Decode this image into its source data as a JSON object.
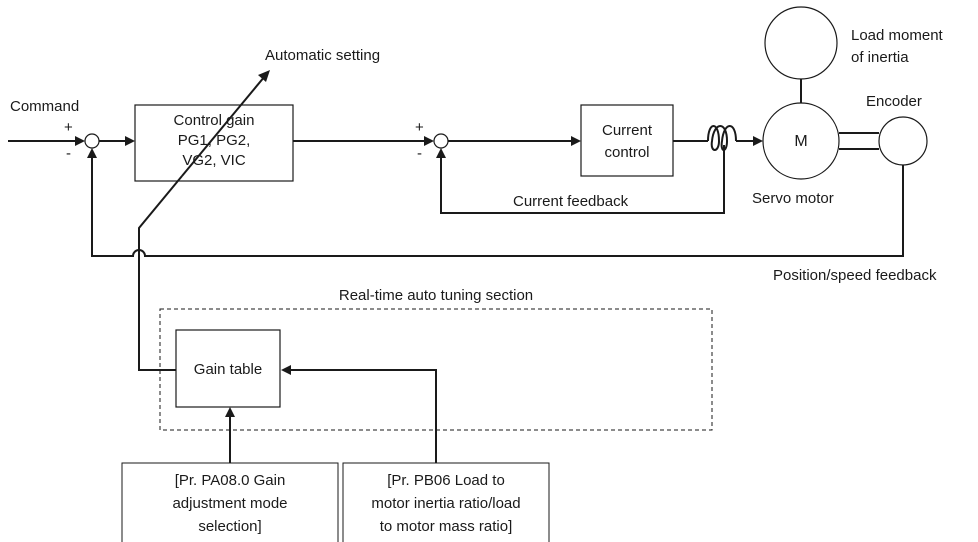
{
  "labels": {
    "command": "Command",
    "automatic_setting": "Automatic setting",
    "control_gain": [
      "Control gain",
      "PG1, PG2,",
      "VG2, VIC"
    ],
    "current_control": [
      "Current",
      "control"
    ],
    "current_feedback": "Current feedback",
    "motor": "M",
    "servo_motor": "Servo motor",
    "load_inertia": [
      "Load moment",
      "of inertia"
    ],
    "encoder": "Encoder",
    "position_speed_feedback": "Position/speed feedback",
    "realtime_section": "Real-time auto tuning section",
    "gain_table": "Gain table",
    "param_pa08": [
      "[Pr. PA08.0 Gain",
      "adjustment mode",
      "selection]"
    ],
    "param_pb06": [
      "[Pr. PB06 Load to",
      "motor inertia ratio/load",
      "to motor mass ratio]"
    ],
    "plus": "+",
    "minus": "-"
  }
}
